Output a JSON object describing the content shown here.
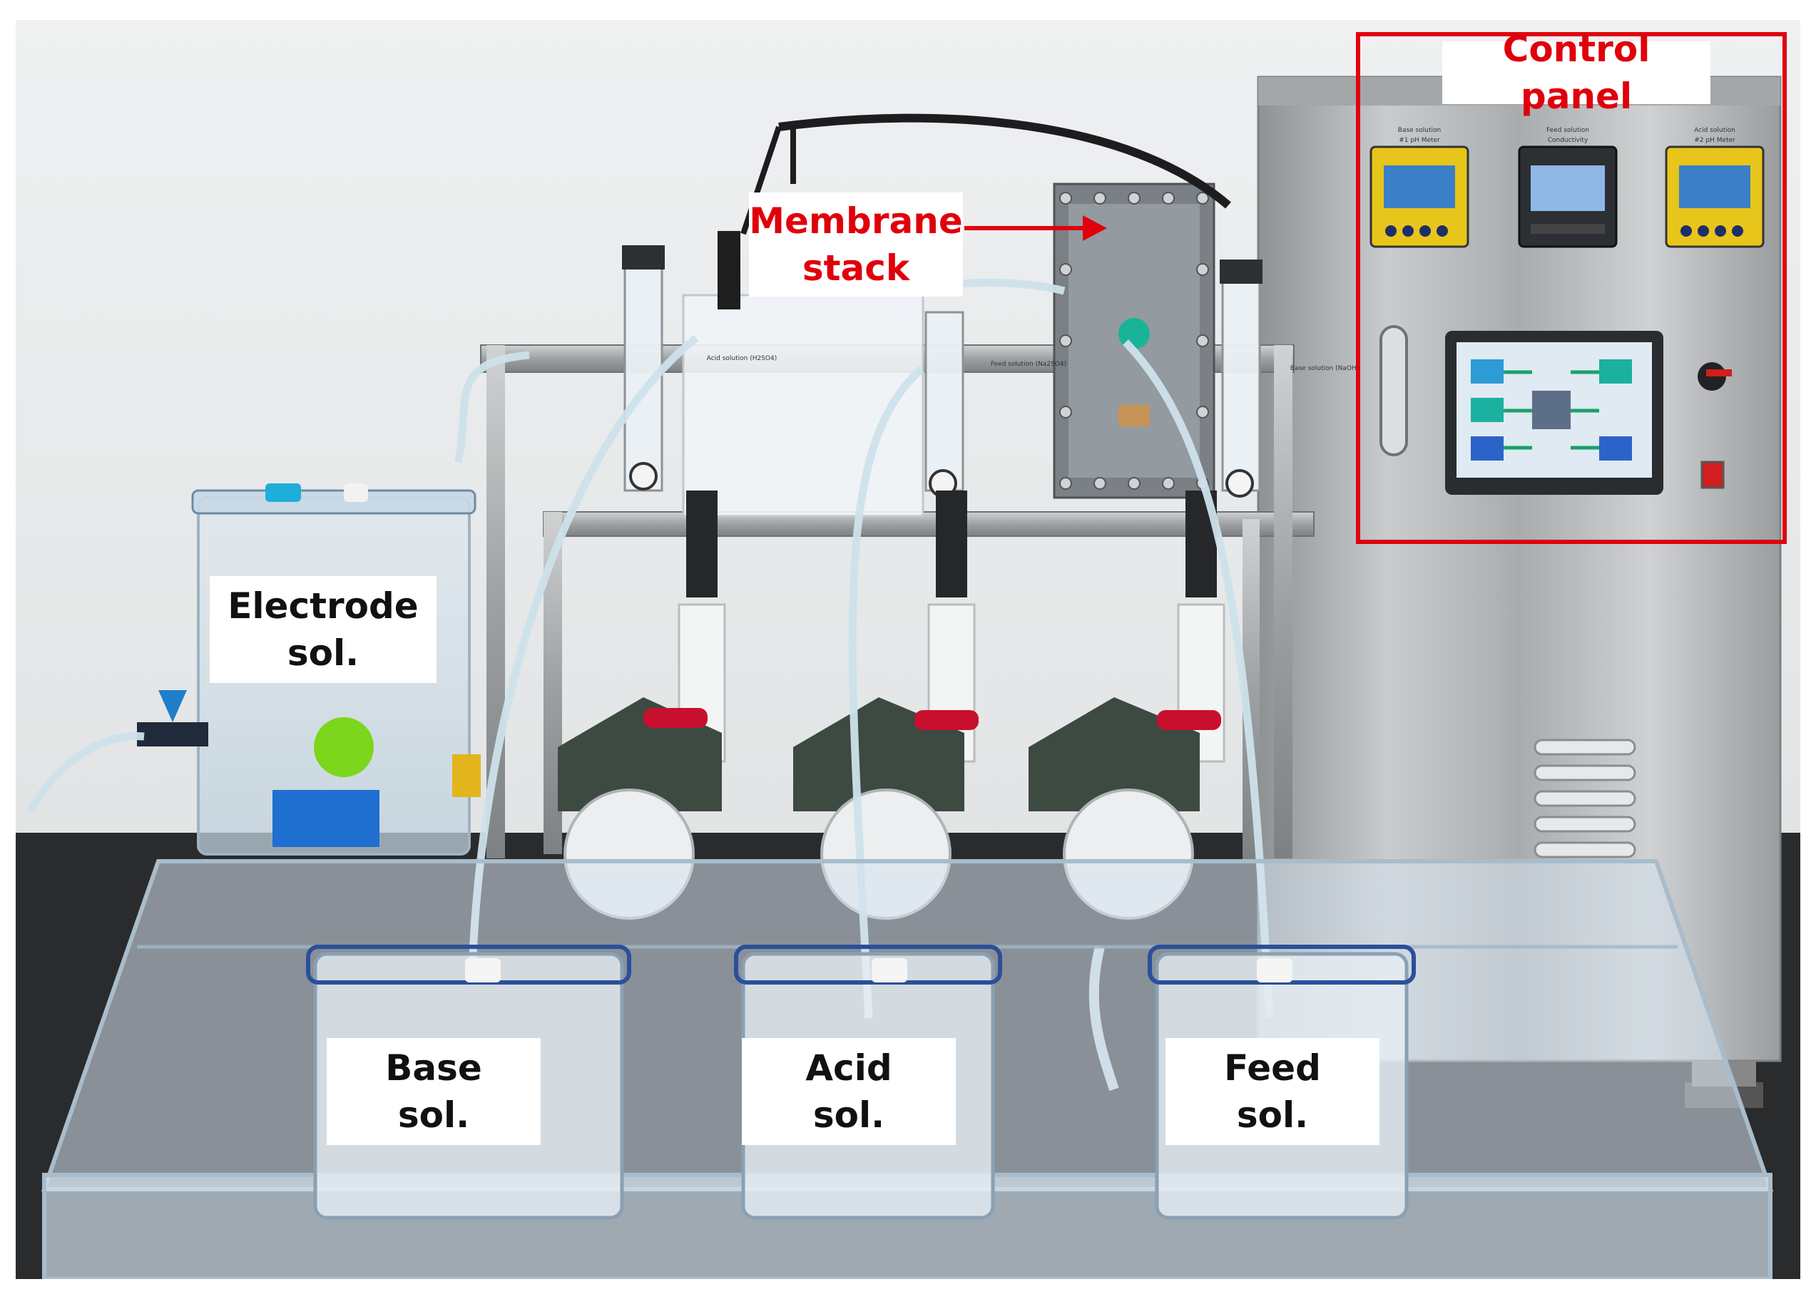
{
  "labels": {
    "control_panel": "Control panel",
    "membrane_stack": [
      "Membrane",
      "stack"
    ],
    "electrode_sol": [
      "Electrode",
      "sol."
    ],
    "base_sol": [
      "Base",
      "sol."
    ],
    "acid_sol": [
      "Acid",
      "sol."
    ],
    "feed_sol": [
      "Feed",
      "sol."
    ]
  },
  "frame_tags": {
    "acid_solution": "Acid solution (H2SO4)",
    "feed_solution": "Feed solution (Na2SO4)",
    "base_solution": "Base solution (NaOH)"
  },
  "panel_tags": {
    "base": "Base solution",
    "feed": "Feed solution",
    "acid": "Acid solution",
    "ph1": "#1 pH Meter",
    "cond": "Conductivity",
    "ph2": "#2 pH Meter"
  },
  "colors": {
    "annotation_red": "#e0000c",
    "stainless": "#b9bcbe",
    "pump_green": "#3c4a42",
    "valve_red": "#c8102e"
  }
}
